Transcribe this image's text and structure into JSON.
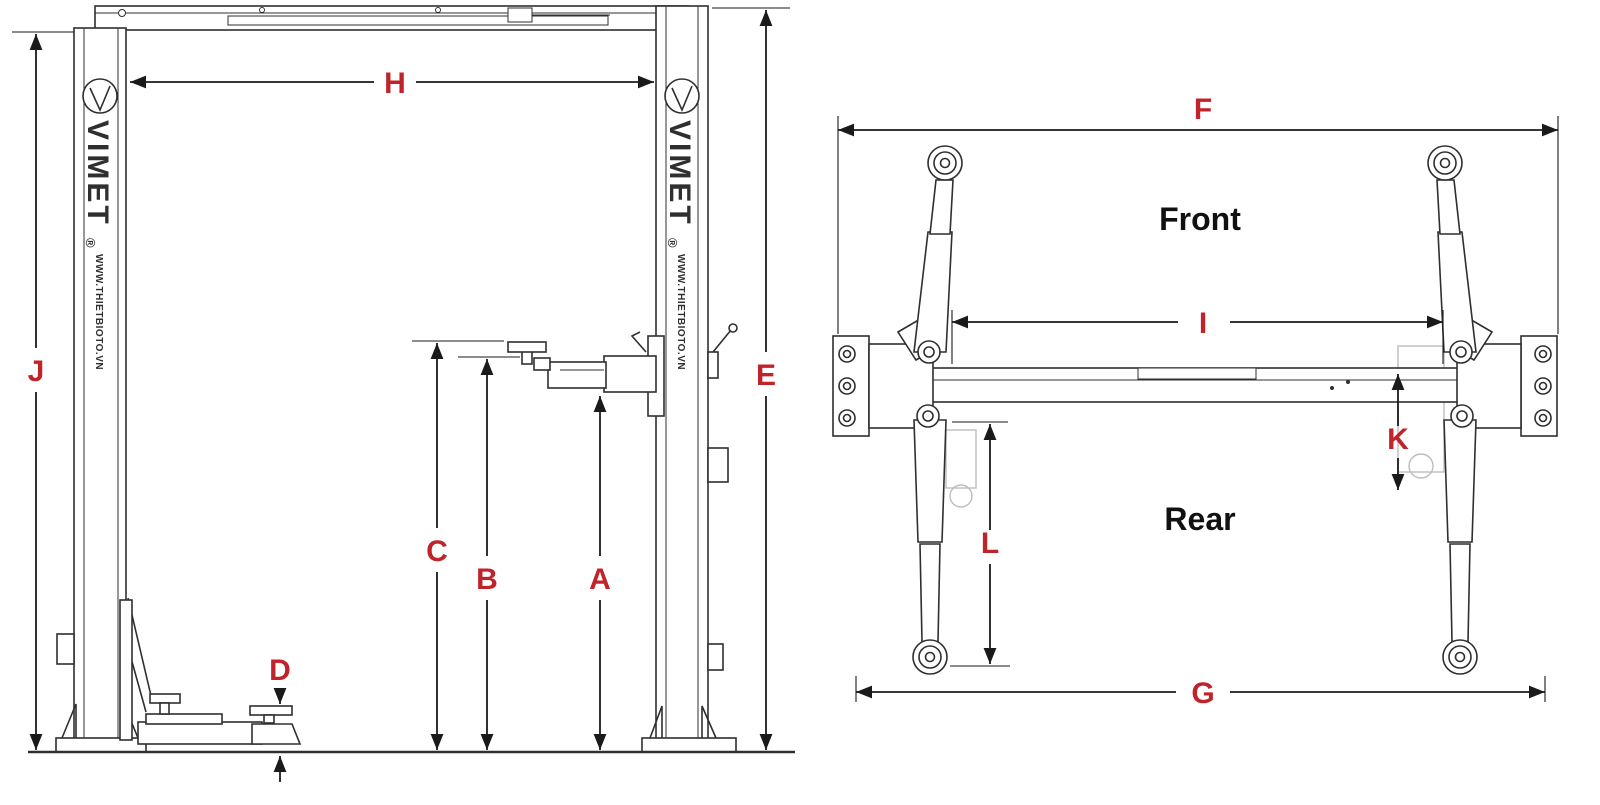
{
  "page": {
    "background": "#ffffff"
  },
  "colors": {
    "dimension_label": "#c0232a",
    "drawing_line": "#2f2f2f",
    "view_label": "#111111",
    "ghost_line": "#bdbdbd"
  },
  "branding": {
    "logo_text": "VIMET",
    "registered_mark": "®",
    "website": "WWW.THIETBIOTO.VN"
  },
  "front_view": {
    "name": "two-post-lift-front-elevation",
    "dimensions": {
      "A": "A",
      "B": "B",
      "C": "C",
      "D": "D",
      "E": "E",
      "H": "H",
      "J": "J"
    }
  },
  "plan_view": {
    "name": "lift-arms-top-view",
    "area_labels": {
      "front": "Front",
      "rear": "Rear"
    },
    "dimensions": {
      "F": "F",
      "G": "G",
      "I": "I",
      "K": "K",
      "L": "L"
    }
  }
}
